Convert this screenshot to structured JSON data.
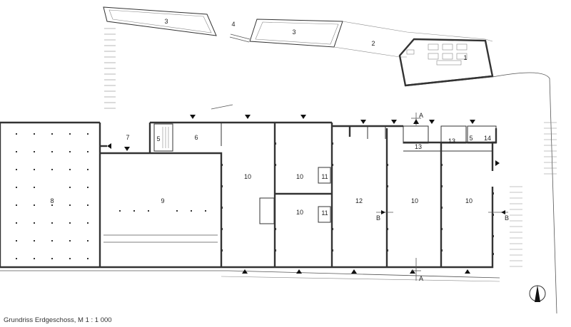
{
  "caption": "Grundriss Erdgeschoss, M 1 : 1 000",
  "room_labels": {
    "r1": "1",
    "r2": "2",
    "r3a": "3",
    "r3b": "3",
    "r4": "4",
    "r5a": "5",
    "r5b": "5",
    "r6": "6",
    "r7": "7",
    "r8": "8",
    "r9": "9",
    "r10a": "10",
    "r10b": "10",
    "r10c": "10",
    "r10d": "10",
    "r10e": "10",
    "r11a": "11",
    "r11b": "11",
    "r12": "12",
    "r13a": "13",
    "r13b": "13",
    "r14": "14"
  },
  "section_labels": {
    "a_top": "A",
    "a_bottom": "A",
    "b_left": "B",
    "b_right": "B"
  }
}
